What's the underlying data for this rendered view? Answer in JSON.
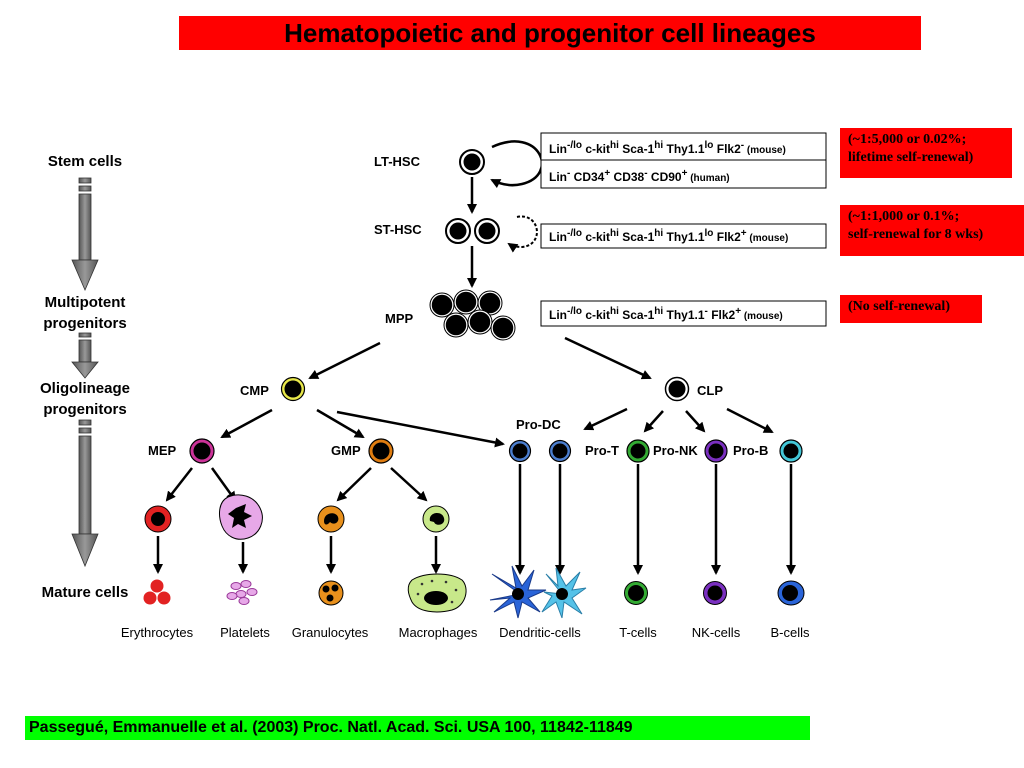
{
  "title": "Hematopoietic and progenitor cell lineages",
  "stages": {
    "stem": "Stem cells",
    "multipotent_1": "Multipotent",
    "multipotent_2": "progenitors",
    "oligo_1": "Oligolineage",
    "oligo_2": "progenitors",
    "mature": "Mature cells"
  },
  "nodes": {
    "lt_hsc": "LT-HSC",
    "st_hsc": "ST-HSC",
    "mpp": "MPP",
    "cmp": "CMP",
    "clp": "CLP",
    "mep": "MEP",
    "gmp": "GMP",
    "pro_dc": "Pro-DC",
    "pro_t": "Pro-T",
    "pro_nk": "Pro-NK",
    "pro_b": "Pro-B"
  },
  "markers": {
    "lt_mouse": "Lin-/lo c-kithi Sca-1hi Thy1.1lo Flk2- (mouse)",
    "lt_human": "Lin- CD34+ CD38- CD90+ (human)",
    "st_mouse": "Lin-/lo c-kithi Sca-1hi Thy1.1lo Flk2+ (mouse)",
    "mpp_mouse": "Lin-/lo c-kithi Sca-1hi Thy1.1- Flk2+ (mouse)"
  },
  "notes": {
    "lt_1": "(~1:5,000 or 0.02%;",
    "lt_2": "lifetime self-renewal)",
    "st_1": "(~1:1,000 or 0.1%;",
    "st_2": "self-renewal for 8 wks)",
    "mpp_1": "(No self-renewal)"
  },
  "mature_cells": {
    "erythrocytes": "Erythrocytes",
    "platelets": "Platelets",
    "granulocytes": "Granulocytes",
    "macrophages": "Macrophages",
    "dendritic": "Dendritic-cells",
    "t_cells": "T-cells",
    "nk_cells": "NK-cells",
    "b_cells": "B-cells"
  },
  "citation": "Passegué, Emmanuelle et al. (2003) Proc. Natl. Acad. Sci. USA 100, 11842-11849",
  "colors": {
    "title_bg": "#ff0000",
    "note_bg": "#ff0000",
    "citation_bg": "#00ff00",
    "cmp_ring": "#e8e84a",
    "mep_ring": "#cc3399",
    "gmp_ring": "#e07d10",
    "dc_ring": "#4c7fd0",
    "t_ring": "#33aa33",
    "nk_ring": "#7a2fc0",
    "b_ring": "#44c8d8",
    "erythrocyte": "#e22222",
    "platelet": "#e7a8e8",
    "granulocyte": "#e8901c",
    "macrophage": "#c8e88a",
    "dendritic_dark": "#2a64d8",
    "dendritic_light": "#55c2e8"
  }
}
